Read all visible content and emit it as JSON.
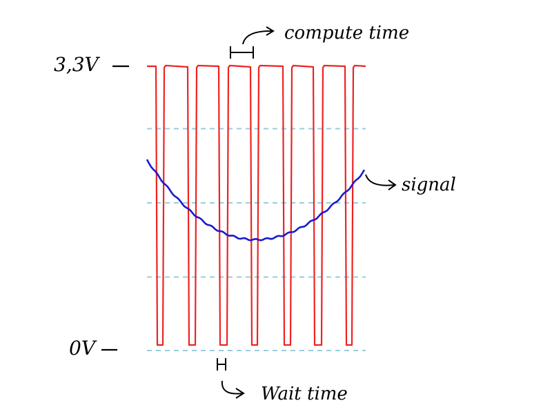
{
  "labels": {
    "high_voltage": "3,3V",
    "low_voltage": "0V",
    "compute_time": "compute time",
    "wait_time": "Wait time",
    "signal": "signal"
  },
  "colors": {
    "pwm_trace": "#ee2222",
    "signal_trace": "#1a1acc",
    "grid": "#99ccdd",
    "annotation": "#000000"
  },
  "scope": {
    "v_max": 3.3,
    "v_min": 0,
    "grid_divisions": 4,
    "grid_style": "dashed"
  },
  "pwm_trace": {
    "high_level": 3.3,
    "low_level": 0,
    "periods": 7
  },
  "signal_trace": {
    "shape": "parabolic-dip",
    "start_level": 2.2,
    "min_level": 1.28,
    "end_level": 2.1
  }
}
